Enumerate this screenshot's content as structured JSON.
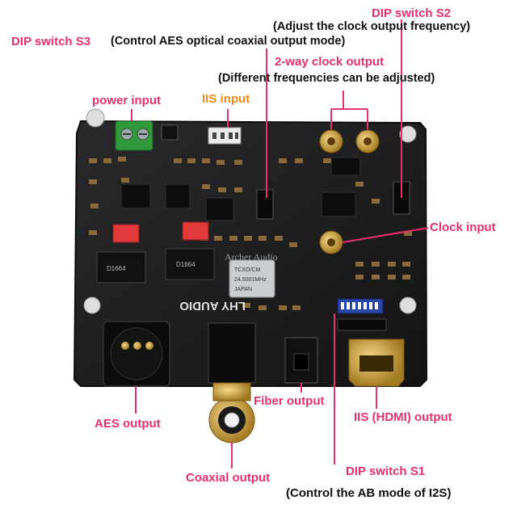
{
  "annotations": {
    "dip_s2": "DIP switch S2",
    "dip_s2_desc": "(Adjust the clock output frequency)",
    "dip_s3": "DIP switch S3",
    "dip_s3_desc": "(Control AES optical coaxial output mode)",
    "clock_out": "2-way clock output",
    "clock_out_desc": "(Different frequencies can be adjusted)",
    "power_input": "power input",
    "iis_input": "IIS input",
    "clock_input": "Clock input",
    "fiber_output": "Fiber output",
    "iis_hdmi_output": "IIS (HDMI) output",
    "aes_output": "AES output",
    "coaxial_output": "Coaxial output",
    "dip_s1": "DIP switch S1",
    "dip_s1_desc": "(Control the AB mode of I2S)"
  },
  "board": {
    "brand": "LHY AUDIO",
    "watermark": "Archer Audio",
    "oscillator_text": [
      "TCXO/CM",
      "24.5001MHz",
      "JAPAN"
    ],
    "chip_text": "D1664"
  },
  "colors": {
    "pink_label": "#e8306e",
    "orange_label": "#f08a1c",
    "pcb": "#1c1c1e",
    "gold": "#d4a742"
  }
}
